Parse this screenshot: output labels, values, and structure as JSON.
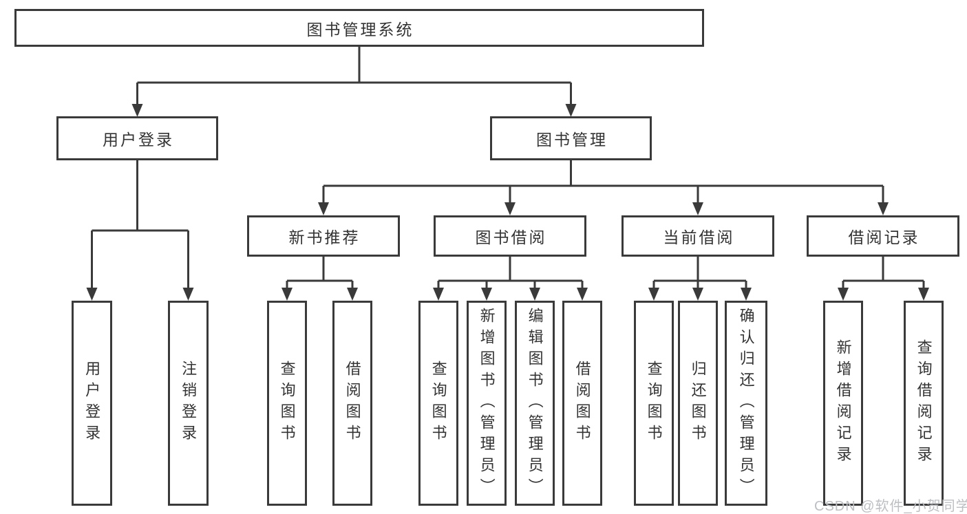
{
  "colors": {
    "line": "#3a3a3a",
    "box_border": "#3a3a3a",
    "text": "#333333",
    "watermark_text": "#bcbfc3",
    "background": "#ffffff"
  },
  "tree": {
    "root": {
      "label": "图书管理系统",
      "children": [
        {
          "label": "用户登录",
          "children": [
            {
              "label": "用户登录"
            },
            {
              "label": "注销登录"
            }
          ]
        },
        {
          "label": "图书管理",
          "children": [
            {
              "label": "新书推荐",
              "children": [
                {
                  "label": "查询图书"
                },
                {
                  "label": "借阅图书"
                }
              ]
            },
            {
              "label": "图书借阅",
              "children": [
                {
                  "label": "查询图书"
                },
                {
                  "label": "新增图书（管理员）"
                },
                {
                  "label": "编辑图书（管理员）"
                },
                {
                  "label": "借阅图书"
                }
              ]
            },
            {
              "label": "当前借阅",
              "children": [
                {
                  "label": "查询图书"
                },
                {
                  "label": "归还图书"
                },
                {
                  "label": "确认归还（管理员）"
                }
              ]
            },
            {
              "label": "借阅记录",
              "children": [
                {
                  "label": "新增借阅记录"
                },
                {
                  "label": "查询借阅记录"
                }
              ]
            }
          ]
        }
      ]
    }
  },
  "watermark": {
    "text": "CSDN @软件_小贺同学"
  }
}
